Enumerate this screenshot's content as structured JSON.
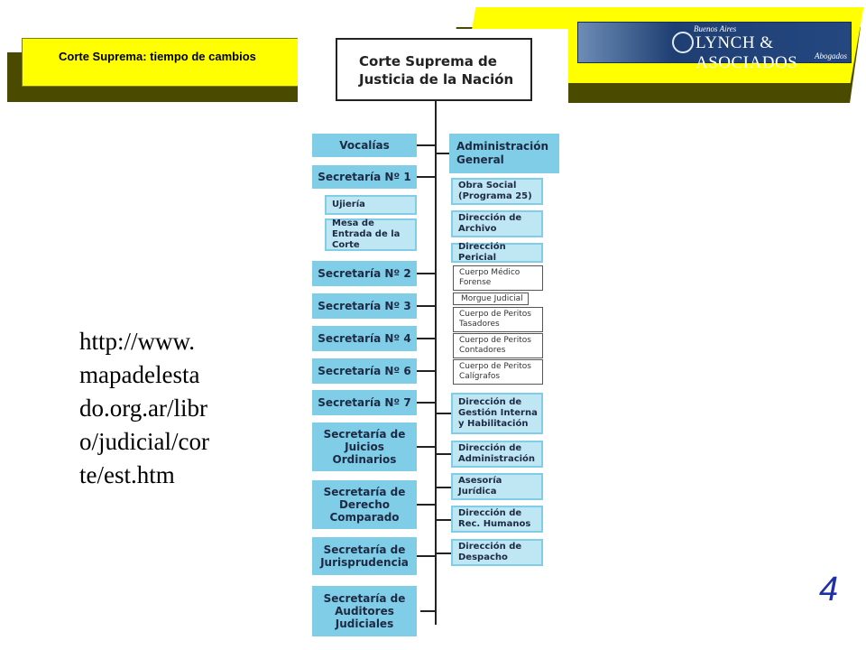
{
  "header": {
    "title": "Corte Suprema: tiempo de cambios",
    "logo": {
      "city": "Buenos Aires",
      "name": "LYNCH & ASOCIADOS",
      "tag": "Abogados"
    }
  },
  "chart": {
    "top": "Corte Suprema de Justicia de la Nación",
    "left": [
      "Vocalías",
      "Secretaría Nº 1",
      "Secretaría Nº 2",
      "Secretaría Nº 3",
      "Secretaría Nº 4",
      "Secretaría Nº 6",
      "Secretaría Nº 7",
      "Secretaría de Juicios Ordinarios",
      "Secretaría de Derecho Comparado",
      "Secretaría de Jurisprudencia",
      "Secretaría de Auditores Judiciales"
    ],
    "left_sub": [
      "Ujiería",
      "Mesa de Entrada de la Corte"
    ],
    "right_head": "Administración General",
    "right": [
      "Obra Social (Programa 25)",
      "Dirección de Archivo",
      "Dirección Pericial",
      "Cuerpo Médico Forense",
      "Morgue Judicial",
      "Cuerpo de Peritos Tasadores",
      "Cuerpo de Peritos Contadores",
      "Cuerpo de Peritos Calígrafos",
      "Dirección de Gestión Interna y Habilitación",
      "Dirección de Administración",
      "Asesoría Jurídica",
      "Dirección de Rec. Humanos",
      "Dirección de Despacho"
    ]
  },
  "url_text": "http://www.mapadelestado.org.ar/libro/judicial/corte/est.htm",
  "url_lines": [
    "http://www.",
    "mapadelesta",
    "do.org.ar/libr",
    "o/judicial/cor",
    "te/est.htm"
  ],
  "page_number": "4",
  "colors": {
    "banner": "#ffff00",
    "box": "#7fcde6",
    "subbox": "#bfe6f3",
    "page_number": "#1f2fa8"
  }
}
